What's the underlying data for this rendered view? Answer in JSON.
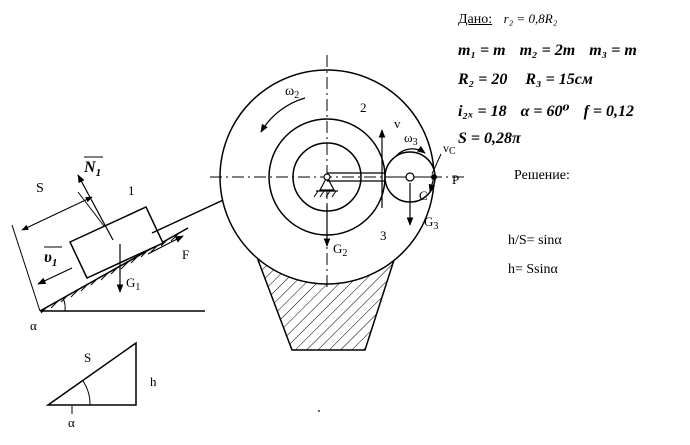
{
  "given": {
    "heading": "Дано:",
    "relation": "r₂ = 0,8R₂",
    "masses": [
      "m₁ = m",
      "m₂ = 2m",
      "m₃ = m"
    ],
    "radii": [
      "R₂ = 20",
      "R₃ = 15см"
    ],
    "params": [
      "i₂ₓ = 18",
      "α = 60⁰",
      "f = 0,12"
    ],
    "path": "S = 0,28π"
  },
  "solution": {
    "heading": "Решение:",
    "eq1": "h/S= sinα",
    "eq2": "h= Ssinα"
  },
  "labels": {
    "s": "S",
    "n1": "N",
    "n1_sub": "1",
    "block": "1",
    "upsilon": "υ",
    "upsilon_sub": "1",
    "g1": "G",
    "g1_sub": "1",
    "f": "F",
    "alpha": "α",
    "omega2": "ω",
    "omega2_sub": "2",
    "wheel2": "2",
    "g2": "G",
    "g2_sub": "2",
    "v": "v",
    "omega3": "ω",
    "omega3_sub": "3",
    "vc": "v",
    "vc_sub": "C",
    "p": "P",
    "c": "C",
    "wheel3": "3",
    "g3": "G",
    "g3_sub": "3",
    "tri_s": "S",
    "tri_h": "h",
    "tri_alpha": "α"
  }
}
